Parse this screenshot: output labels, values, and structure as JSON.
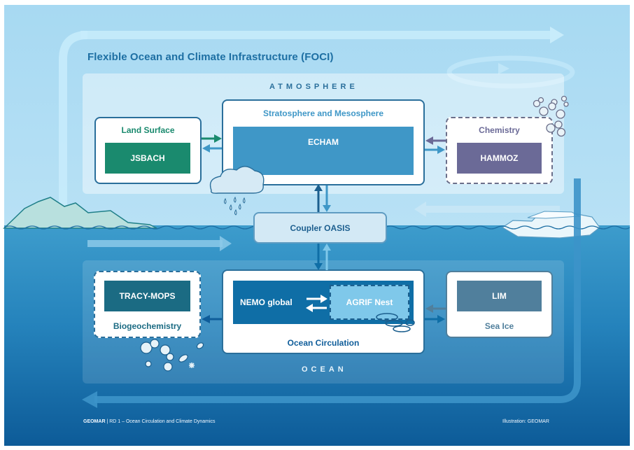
{
  "title": "Flexible Ocean and Climate Infrastructure (FOCI)",
  "sections": {
    "atmosphere": "ATMOSPHERE",
    "ocean": "OCEAN"
  },
  "atmosphere": {
    "stratosphere_label": "Stratosphere and Mesosphere",
    "echam": "ECHAM",
    "land_surface_label": "Land Surface",
    "jsbach": "JSBACH",
    "chemistry_label": "Chemistry",
    "hammoz": "HAMMOZ"
  },
  "coupler": "Coupler OASIS",
  "ocean": {
    "nemo_global": "NEMO global",
    "agrif_nest": "AGRIF Nest",
    "ocean_circulation_label": "Ocean Circulation",
    "tracy_mops": "TRACY-MOPS",
    "biogeochemistry_label": "Biogeochemistry",
    "lim": "LIM",
    "sea_ice_label": "Sea Ice"
  },
  "footer": {
    "brand": "GEOMAR",
    "department": "| RD 1 – Ocean Circulation and Climate Dynamics",
    "credit": "Illustration: GEOMAR"
  },
  "colors": {
    "sky": "#a9daf2",
    "ocean_top": "#2f8fc4",
    "ocean_bottom": "#0f5d9a",
    "echam": "#3f97c7",
    "jsbach": "#1a8a6e",
    "hammoz": "#6b6a97",
    "nemo": "#0f6ea6",
    "agrif": "#7fc8ea",
    "tracy": "#1b6b83",
    "lim": "#507f9c",
    "coupler": "#d3e9f5",
    "title": "#1d6fa3"
  },
  "icons": [
    "cloud-rain-icon",
    "molecule-icon",
    "plankton-icon",
    "eddy-icon",
    "iceberg-icon",
    "mountain-icon"
  ]
}
